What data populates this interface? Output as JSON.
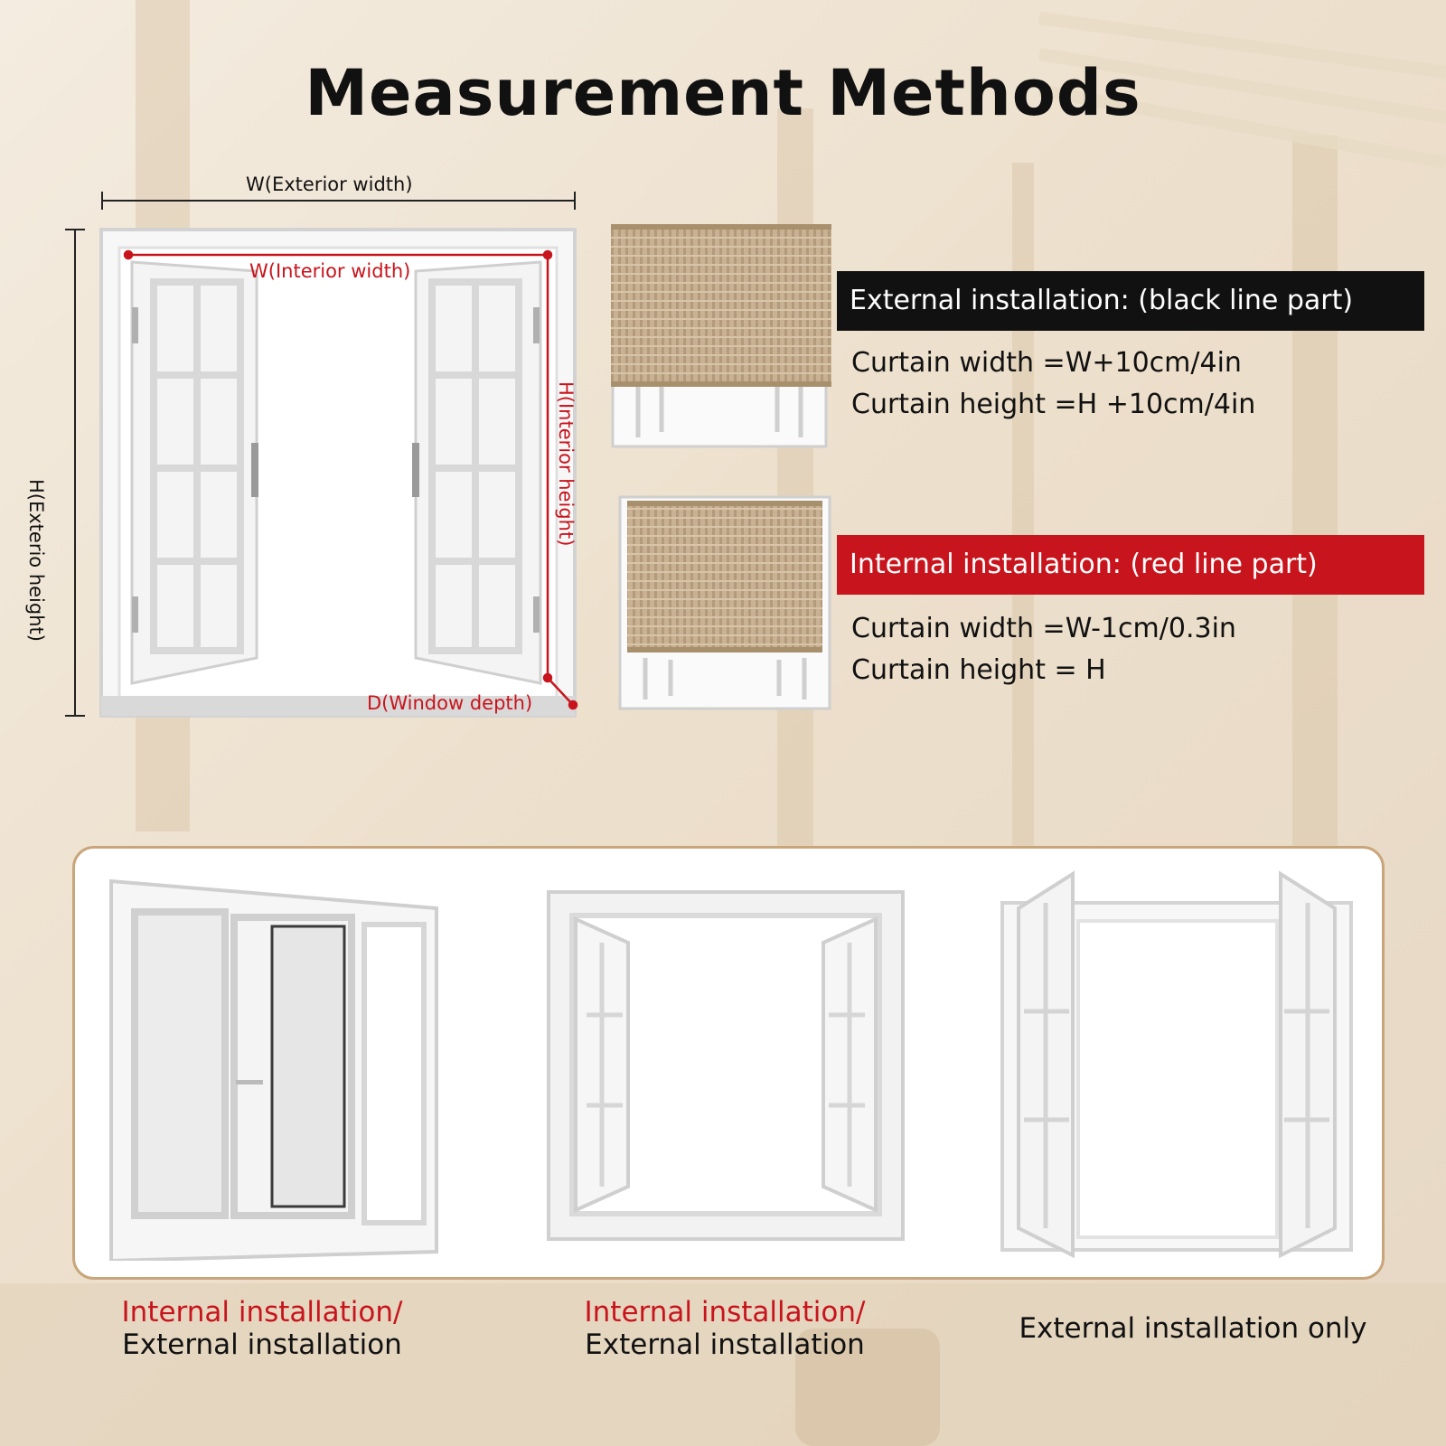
{
  "title": "Measurement Methods",
  "diagram": {
    "exterior_width": "W(Exterior width)",
    "interior_width": "W(Interior width)",
    "exterior_height": "H(Exterio height)",
    "interior_height": "H(Interior height)",
    "window_depth": "D(Window depth)"
  },
  "external": {
    "heading": "External installation: (black line part)",
    "width_formula": "Curtain width =W+10cm/4in",
    "height_formula": "Curtain height =H +10cm/4in"
  },
  "internal": {
    "heading": "Internal installation: (red line part)",
    "width_formula": "Curtain width =W-1cm/0.3in",
    "height_formula": "Curtain height = H"
  },
  "window_types": [
    {
      "line1": "Internal installation/",
      "line2": "External installation"
    },
    {
      "line1": "Internal installation/",
      "line2": "External installation"
    },
    {
      "line1": "",
      "line2": "External installation only"
    }
  ],
  "colors": {
    "accent_red": "#c8141c",
    "banner_black": "#111111",
    "panel_border": "#c9a57b"
  }
}
